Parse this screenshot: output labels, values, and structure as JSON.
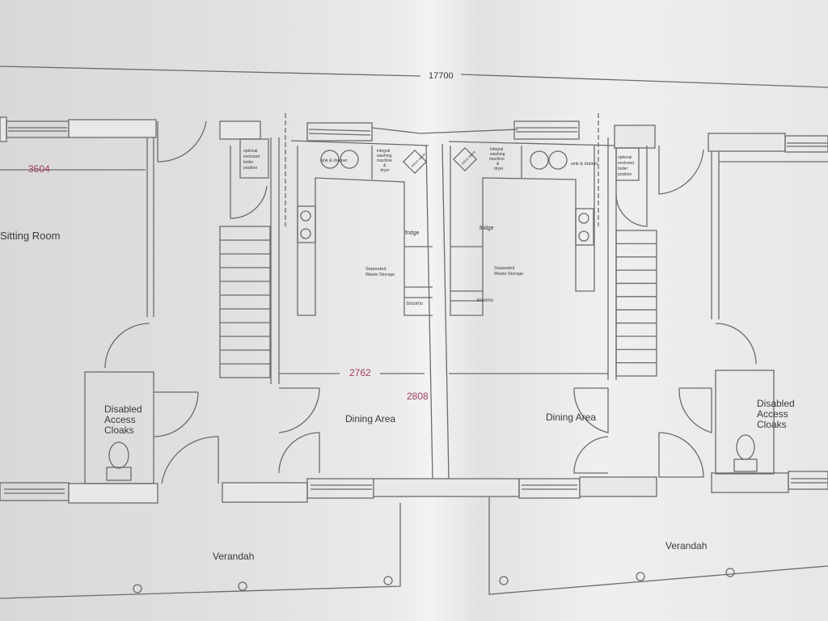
{
  "dimensions": {
    "overall": "17700",
    "sitting_room_width": "3504",
    "dining_width": "2762",
    "dining_depth": "2808"
  },
  "left_unit": {
    "sitting_room": "Sitting Room",
    "cloaks": [
      "Disabled",
      "Access",
      "Cloaks"
    ],
    "boiler": [
      "optional",
      "enclosed",
      "boiler",
      "position"
    ],
    "sink": "sink & drainer",
    "washer": [
      "integral",
      "washing",
      "machine",
      "&",
      "dryer"
    ],
    "microwave": "micro wave",
    "fridge": "fridge",
    "waste": [
      "Separated",
      "Waste Storage"
    ],
    "brooms": "brooms",
    "dining": "Dining Area",
    "verandah": "Verandah"
  },
  "right_unit": {
    "cloaks": [
      "Disabled",
      "Access",
      "Cloaks"
    ],
    "boiler": [
      "optional",
      "enclosed",
      "boiler",
      "position"
    ],
    "sink": "sink & drainer",
    "washer": [
      "integral",
      "washing",
      "machine",
      "&",
      "dryer"
    ],
    "microwave": "micro wave",
    "fridge": "fridge",
    "waste": [
      "Separated",
      "Waste Storage"
    ],
    "brooms": "brooms",
    "dining": "Dining Area",
    "verandah": "Verandah"
  }
}
